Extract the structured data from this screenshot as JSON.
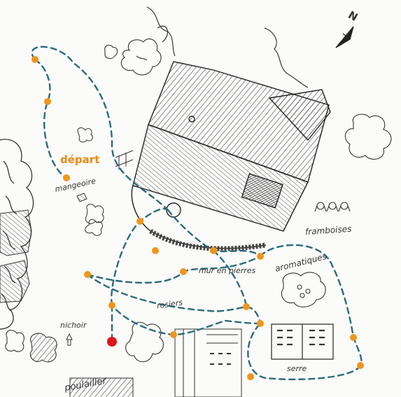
{
  "labels": {
    "depart": "départ",
    "mangeoire": "mangeoire",
    "framboises": "framboises",
    "aromatiques": "aromatiques",
    "mur_en_pierres": "mur en pierres",
    "rosiers": "rosiers",
    "nichoir": "nichoir",
    "serre": "serre",
    "poulailler": "poulailler",
    "north": "N"
  },
  "colors": {
    "path": "#2a6b7c",
    "waypoint": "#f0961a",
    "start": "#e0141b",
    "depart_label": "#e8890f",
    "ink": "#333333"
  },
  "route": {
    "style": "dashed",
    "waypoint_count": 16,
    "start_marker_count": 1
  }
}
